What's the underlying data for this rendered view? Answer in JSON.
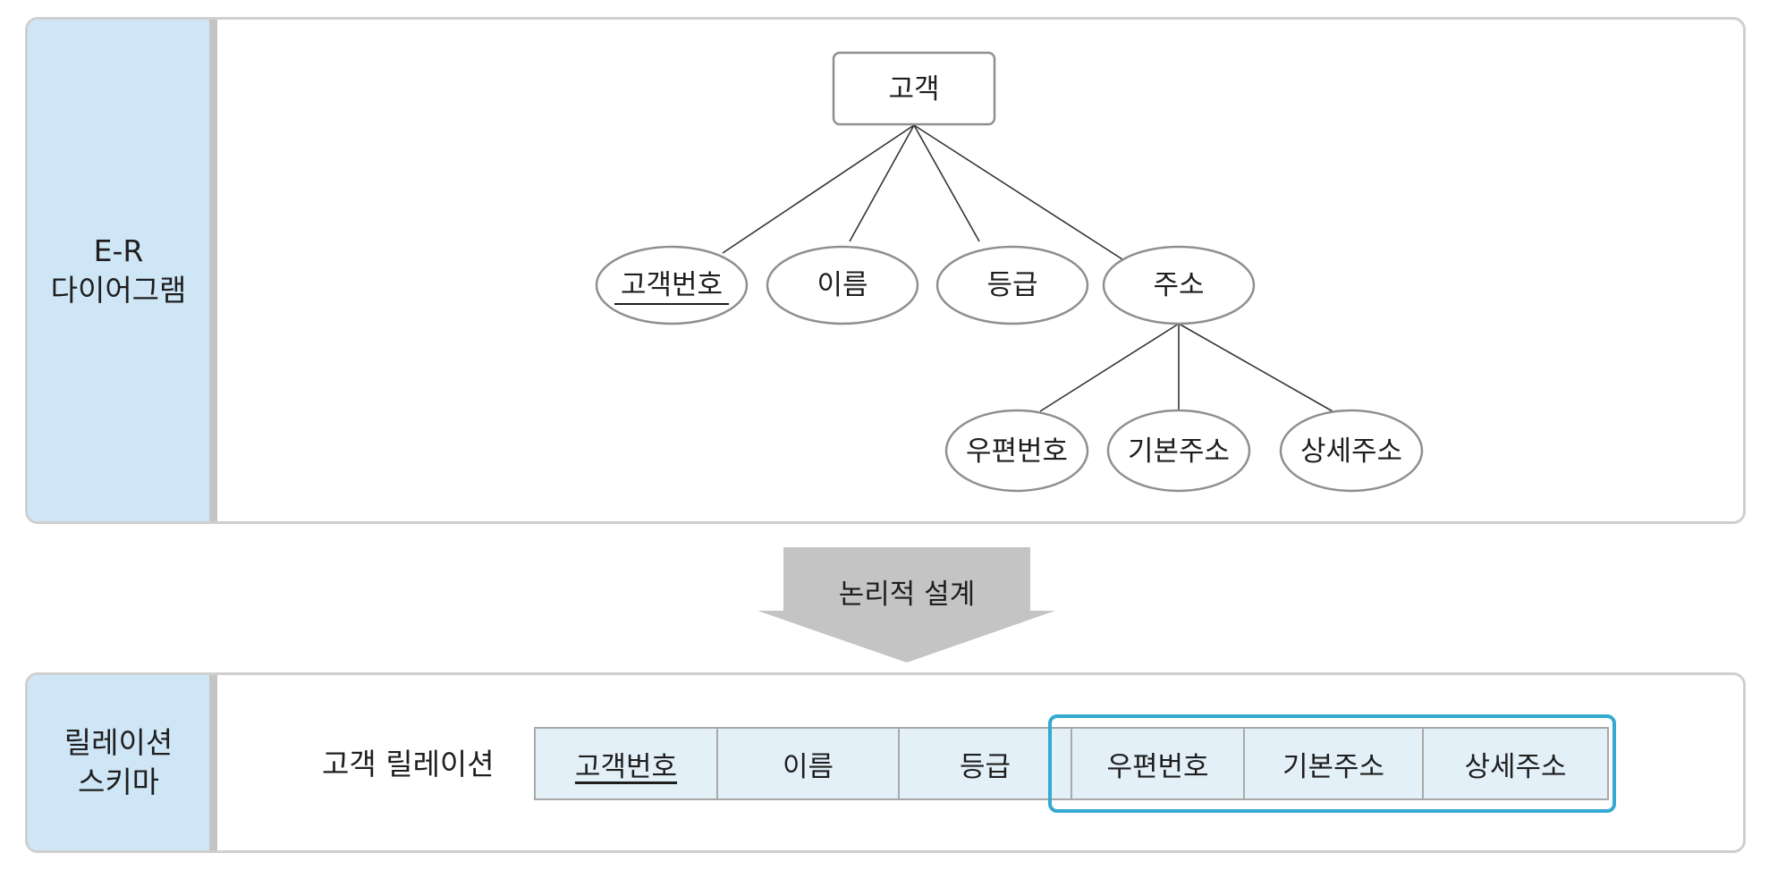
{
  "er_section": {
    "label_line1": "E-R",
    "label_line2": "다이어그램",
    "entity": "고객",
    "attributes": [
      "고객번호",
      "이름",
      "등급",
      "주소"
    ],
    "primary_key": "고객번호",
    "composite_attribute": "주소",
    "sub_attributes": [
      "우편번호",
      "기본주소",
      "상세주소"
    ]
  },
  "transition": {
    "label": "논리적 설계"
  },
  "schema_section": {
    "label_line1": "릴레이션",
    "label_line2": "스키마",
    "relation_name": "고객 릴레이션",
    "columns": [
      "고객번호",
      "이름",
      "등급",
      "우편번호",
      "기본주소",
      "상세주소"
    ],
    "highlight_color": "#35a9d1"
  }
}
